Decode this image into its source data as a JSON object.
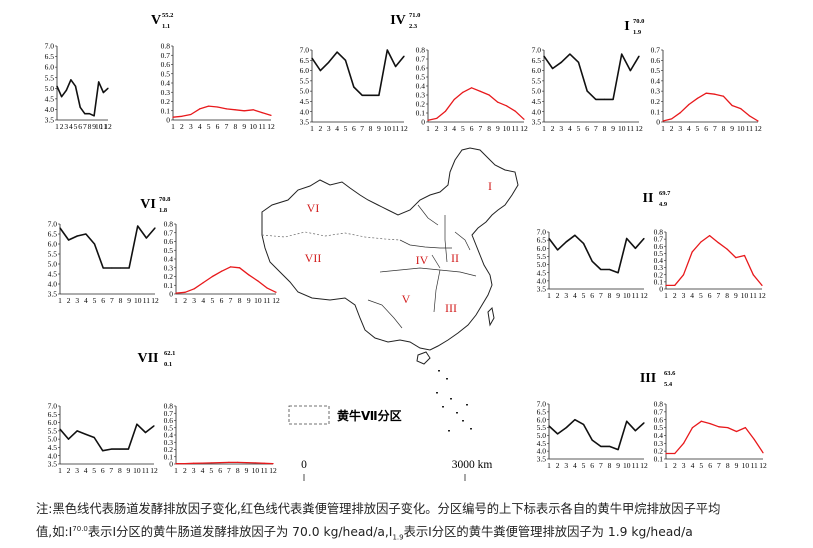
{
  "chart_data": [
    {
      "type": "line",
      "region": "V",
      "sup": "55.2",
      "sub": "1.1",
      "black": {
        "ylim": [
          3.5,
          7.0
        ],
        "yticks": [
          "3.5",
          "4.0",
          "4.5",
          "5.0",
          "5.5",
          "6.0",
          "6.5",
          "7.0"
        ],
        "values": [
          5.1,
          4.6,
          4.9,
          5.4,
          5.1,
          4.1,
          3.8,
          3.8,
          3.7,
          5.3,
          4.8,
          5.0
        ]
      },
      "red": {
        "ylim": [
          0,
          0.8
        ],
        "yticks": [
          "0",
          "0.1",
          "0.2",
          "0.3",
          "0.4",
          "0.5",
          "0.6",
          "0.7",
          "0.8"
        ],
        "values": [
          0.03,
          0.04,
          0.06,
          0.12,
          0.15,
          0.14,
          0.12,
          0.11,
          0.1,
          0.11,
          0.08,
          0.05
        ]
      }
    },
    {
      "type": "line",
      "region": "IV",
      "sup": "71.0",
      "sub": "2.3",
      "black": {
        "ylim": [
          3.5,
          7.0
        ],
        "yticks": [
          "3.5",
          "4.0",
          "4.5",
          "5.0",
          "5.5",
          "6.0",
          "6.5",
          "7.0"
        ],
        "values": [
          6.6,
          6.0,
          6.4,
          6.9,
          6.5,
          5.2,
          4.8,
          4.8,
          4.8,
          7.0,
          6.2,
          6.7
        ]
      },
      "red": {
        "ylim": [
          0,
          0.8
        ],
        "yticks": [
          "0",
          "0.1",
          "0.2",
          "0.3",
          "0.4",
          "0.5",
          "0.6",
          "0.7",
          "0.8"
        ],
        "values": [
          0.02,
          0.04,
          0.12,
          0.25,
          0.33,
          0.38,
          0.34,
          0.3,
          0.22,
          0.18,
          0.12,
          0.03
        ]
      }
    },
    {
      "type": "line",
      "region": "I",
      "sup": "70.0",
      "sub": "1.9",
      "black": {
        "ylim": [
          3.5,
          7.0
        ],
        "yticks": [
          "3.5",
          "4.0",
          "4.5",
          "5.0",
          "5.5",
          "6.0",
          "6.5",
          "7.0"
        ],
        "values": [
          6.7,
          6.1,
          6.4,
          6.8,
          6.4,
          5.0,
          4.6,
          4.6,
          4.6,
          6.8,
          6.0,
          6.7
        ]
      },
      "red": {
        "ylim": [
          0,
          0.7
        ],
        "yticks": [
          "0",
          "0.1",
          "0.2",
          "0.3",
          "0.4",
          "0.5",
          "0.6",
          "0.7"
        ],
        "values": [
          0.01,
          0.03,
          0.09,
          0.17,
          0.23,
          0.28,
          0.27,
          0.25,
          0.16,
          0.13,
          0.06,
          0.01
        ]
      }
    },
    {
      "type": "line",
      "region": "VI",
      "sup": "70.8",
      "sub": "1.8",
      "black": {
        "ylim": [
          3.5,
          7.0
        ],
        "yticks": [
          "3.5",
          "4.0",
          "4.5",
          "5.0",
          "5.5",
          "6.0",
          "6.5",
          "7.0"
        ],
        "values": [
          6.8,
          6.2,
          6.4,
          6.5,
          6.0,
          4.8,
          4.8,
          4.8,
          4.8,
          6.9,
          6.3,
          6.8
        ]
      },
      "red": {
        "ylim": [
          0,
          0.8
        ],
        "yticks": [
          "0",
          "0.1",
          "0.2",
          "0.3",
          "0.4",
          "0.5",
          "0.6",
          "0.7",
          "0.8"
        ],
        "values": [
          0.01,
          0.02,
          0.06,
          0.13,
          0.2,
          0.26,
          0.31,
          0.3,
          0.22,
          0.15,
          0.07,
          0.02
        ]
      }
    },
    {
      "type": "line",
      "region": "II",
      "sup": "69.7",
      "sub": "4.9",
      "black": {
        "ylim": [
          3.5,
          7.0
        ],
        "yticks": [
          "3.5",
          "4.0",
          "4.5",
          "5.0",
          "5.5",
          "6.0",
          "6.5",
          "7.0"
        ],
        "values": [
          6.6,
          5.9,
          6.4,
          6.8,
          6.3,
          5.2,
          4.7,
          4.7,
          4.5,
          6.6,
          6.0,
          6.6
        ]
      },
      "red": {
        "ylim": [
          0,
          0.8
        ],
        "yticks": [
          "0",
          "0.1",
          "0.2",
          "0.3",
          "0.4",
          "0.5",
          "0.6",
          "0.7",
          "0.8"
        ],
        "values": [
          0.05,
          0.05,
          0.2,
          0.52,
          0.66,
          0.75,
          0.65,
          0.56,
          0.44,
          0.47,
          0.2,
          0.05
        ]
      }
    },
    {
      "type": "line",
      "region": "VII",
      "sup": "62.1",
      "sub": "0.1",
      "black": {
        "ylim": [
          3.5,
          7.0
        ],
        "yticks": [
          "3.5",
          "4.0",
          "4.5",
          "5.0",
          "5.5",
          "6.0",
          "6.5",
          "7.0"
        ],
        "values": [
          5.6,
          5.0,
          5.5,
          5.3,
          5.1,
          4.3,
          4.4,
          4.4,
          4.4,
          5.9,
          5.4,
          5.8
        ]
      },
      "red": {
        "ylim": [
          0,
          0.8
        ],
        "yticks": [
          "0",
          "0.1",
          "0.2",
          "0.3",
          "0.4",
          "0.5",
          "0.6",
          "0.7",
          "0.8"
        ],
        "values": [
          0.005,
          0.005,
          0.01,
          0.012,
          0.015,
          0.02,
          0.022,
          0.022,
          0.02,
          0.015,
          0.01,
          0.005
        ]
      }
    },
    {
      "type": "line",
      "region": "III",
      "sup": "63.6",
      "sub": "5.4",
      "black": {
        "ylim": [
          3.5,
          7.0
        ],
        "yticks": [
          "3.5",
          "4.0",
          "4.5",
          "5.0",
          "5.5",
          "6.0",
          "6.5",
          "7.0"
        ],
        "values": [
          5.6,
          5.1,
          5.5,
          6.0,
          5.7,
          4.7,
          4.3,
          4.3,
          4.1,
          5.9,
          5.3,
          5.8
        ]
      },
      "red": {
        "ylim": [
          0.1,
          0.8
        ],
        "yticks": [
          "0.1",
          "0.2",
          "0.3",
          "0.4",
          "0.5",
          "0.6",
          "0.7",
          "0.8"
        ],
        "values": [
          0.17,
          0.17,
          0.3,
          0.5,
          0.58,
          0.55,
          0.51,
          0.5,
          0.45,
          0.5,
          0.35,
          0.18
        ]
      }
    }
  ],
  "xticks": [
    "1",
    "2",
    "3",
    "4",
    "5",
    "6",
    "7",
    "8",
    "9",
    "10",
    "11",
    "12"
  ],
  "map": {
    "region_labels": [
      "I",
      "II",
      "III",
      "IV",
      "V",
      "VI",
      "VII"
    ],
    "legend_label": "黄牛Ⅶ分区",
    "scale_start": "0",
    "scale_end": "3000 km"
  },
  "colors": {
    "black_line": "#111111",
    "red_line": "#e8191c",
    "region_label": "#d21e1e"
  },
  "caption": {
    "line1": "注:黑色线代表肠道发酵排放因子变化,红色线代表粪便管理排放因子变化。分区编号的上下标表示各自的黄牛甲烷排放因子平均",
    "line2_a": "值,如:Ⅰ",
    "line2_sup": "70.0",
    "line2_b": "表示Ⅰ分区的黄牛肠道发酵排放因子为 70.0 kg/head/a,Ⅰ",
    "line2_sub": "1.9",
    "line2_c": "表示Ⅰ分区的黄牛粪便管理排放因子为 1.9 kg/head/a"
  }
}
